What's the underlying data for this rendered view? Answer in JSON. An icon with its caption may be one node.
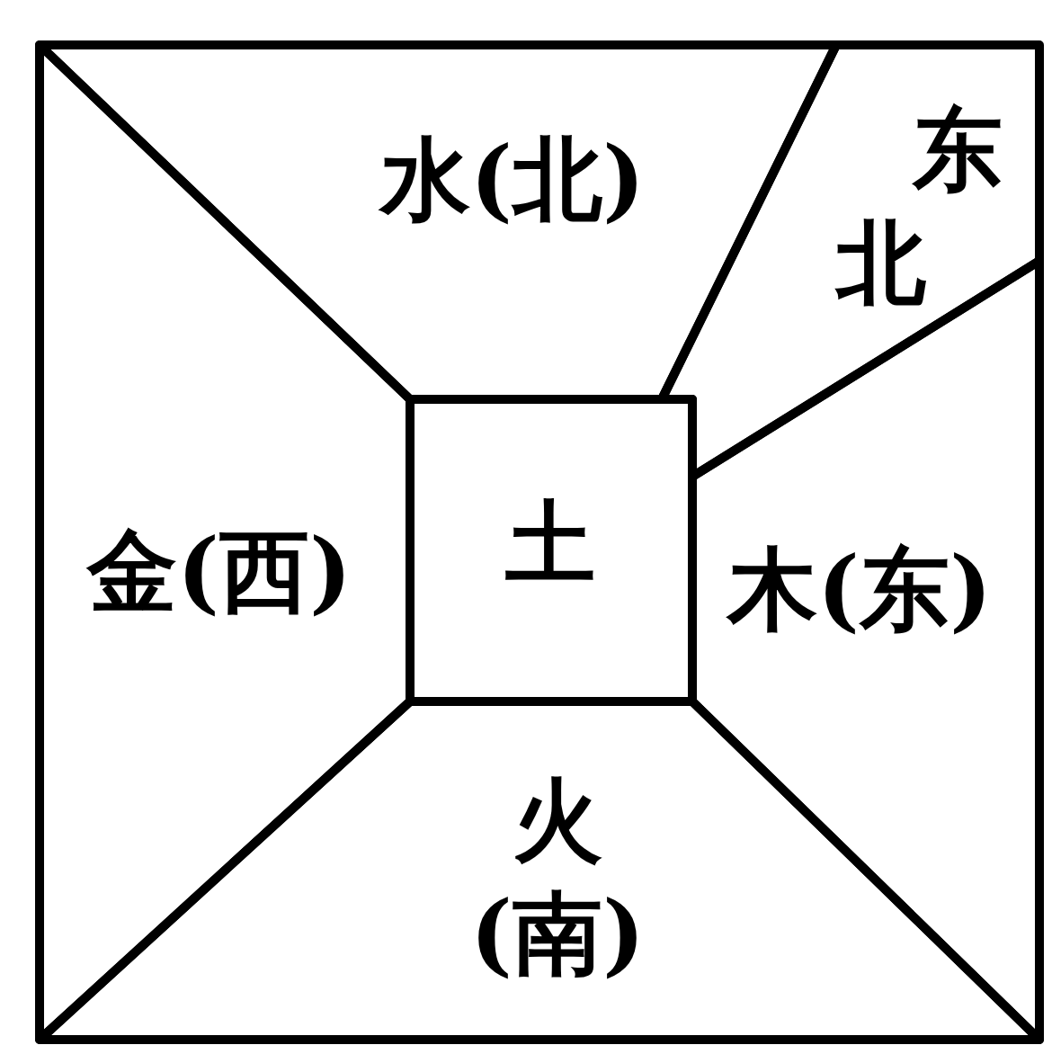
{
  "diagram": {
    "nodes": [
      {
        "text": [
          "水(北)"
        ]
      },
      {
        "text": [
          "东北"
        ]
      },
      {
        "text": [
          "金(西)"
        ]
      },
      {
        "text": [
          "土"
        ]
      },
      {
        "text": [
          "木(东)"
        ]
      },
      {
        "text": [
          "火 (南)"
        ]
      }
    ]
  }
}
